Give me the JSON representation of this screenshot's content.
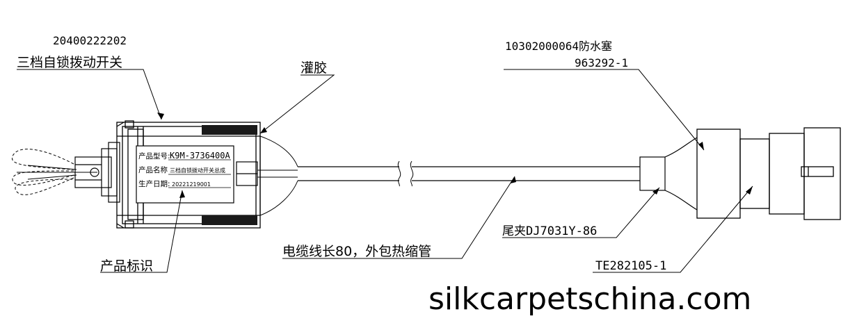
{
  "labels": {
    "switch_part_no": "20400222202",
    "switch_name": "三档自锁拨动开关",
    "potting": "灌胶",
    "plug_part_no": "10302000064防水塞",
    "plug_code": "963292-1",
    "cable": "电缆线长80，外包热缩管",
    "product_id": "产品标识",
    "tail_clamp": "尾夹DJ7031Y-86",
    "connector": "TE282105-1"
  },
  "nameplate": {
    "model_label": "产品型号:",
    "model_value": "K9M-3736400A",
    "name_label": "产品名称",
    "name_value": "三档自锁拨动开关总成",
    "date_label": "生产日期:",
    "date_value": "20221219001"
  },
  "watermark": "silkcarpetschina.com",
  "colors": {
    "line": "#000000",
    "potting_fill": "#1a1a1a",
    "background": "#ffffff"
  }
}
